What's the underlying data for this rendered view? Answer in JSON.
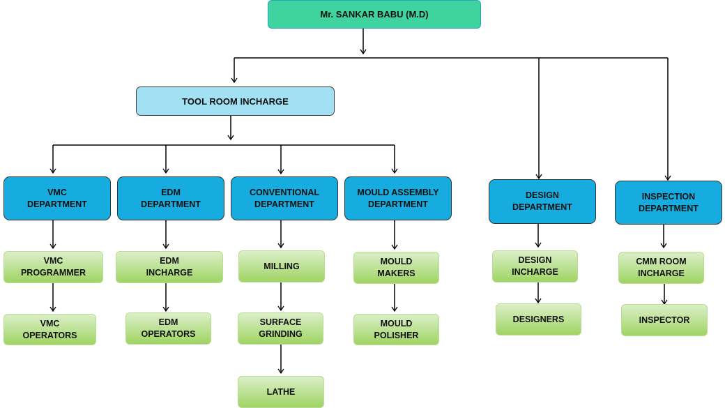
{
  "root": {
    "label": "Mr. SANKAR BABU (M.D)",
    "color": "#3fd39f"
  },
  "tool_room": {
    "label": "TOOL ROOM INCHARGE",
    "color": "#a2e1f4"
  },
  "departments": [
    {
      "label": "VMC\nDEPARTMENT",
      "roles": [
        "VMC\nPROGRAMMER",
        "VMC\nOPERATORS"
      ]
    },
    {
      "label": "EDM\nDEPARTMENT",
      "roles": [
        "EDM\nINCHARGE",
        "EDM\nOPERATORS"
      ]
    },
    {
      "label": "CONVENTIONAL\nDEPARTMENT",
      "roles": [
        "MILLING",
        "SURFACE\nGRINDING",
        "LATHE"
      ]
    },
    {
      "label": "MOULD  ASSEMBLY\nDEPARTMENT",
      "roles": [
        "MOULD\nMAKERS",
        "MOULD\nPOLISHER"
      ]
    },
    {
      "label": "DESIGN\nDEPARTMENT",
      "roles": [
        "DESIGN\nINCHARGE",
        "DESIGNERS"
      ]
    },
    {
      "label": "INSPECTION\nDEPARTMENT",
      "roles": [
        "CMM ROOM\nINCHARGE",
        "INSPECTOR"
      ]
    }
  ],
  "colors": {
    "department": "#17ace0",
    "role_top": "#dcefc8",
    "role_bottom": "#a0d463",
    "connector": "#000000"
  }
}
